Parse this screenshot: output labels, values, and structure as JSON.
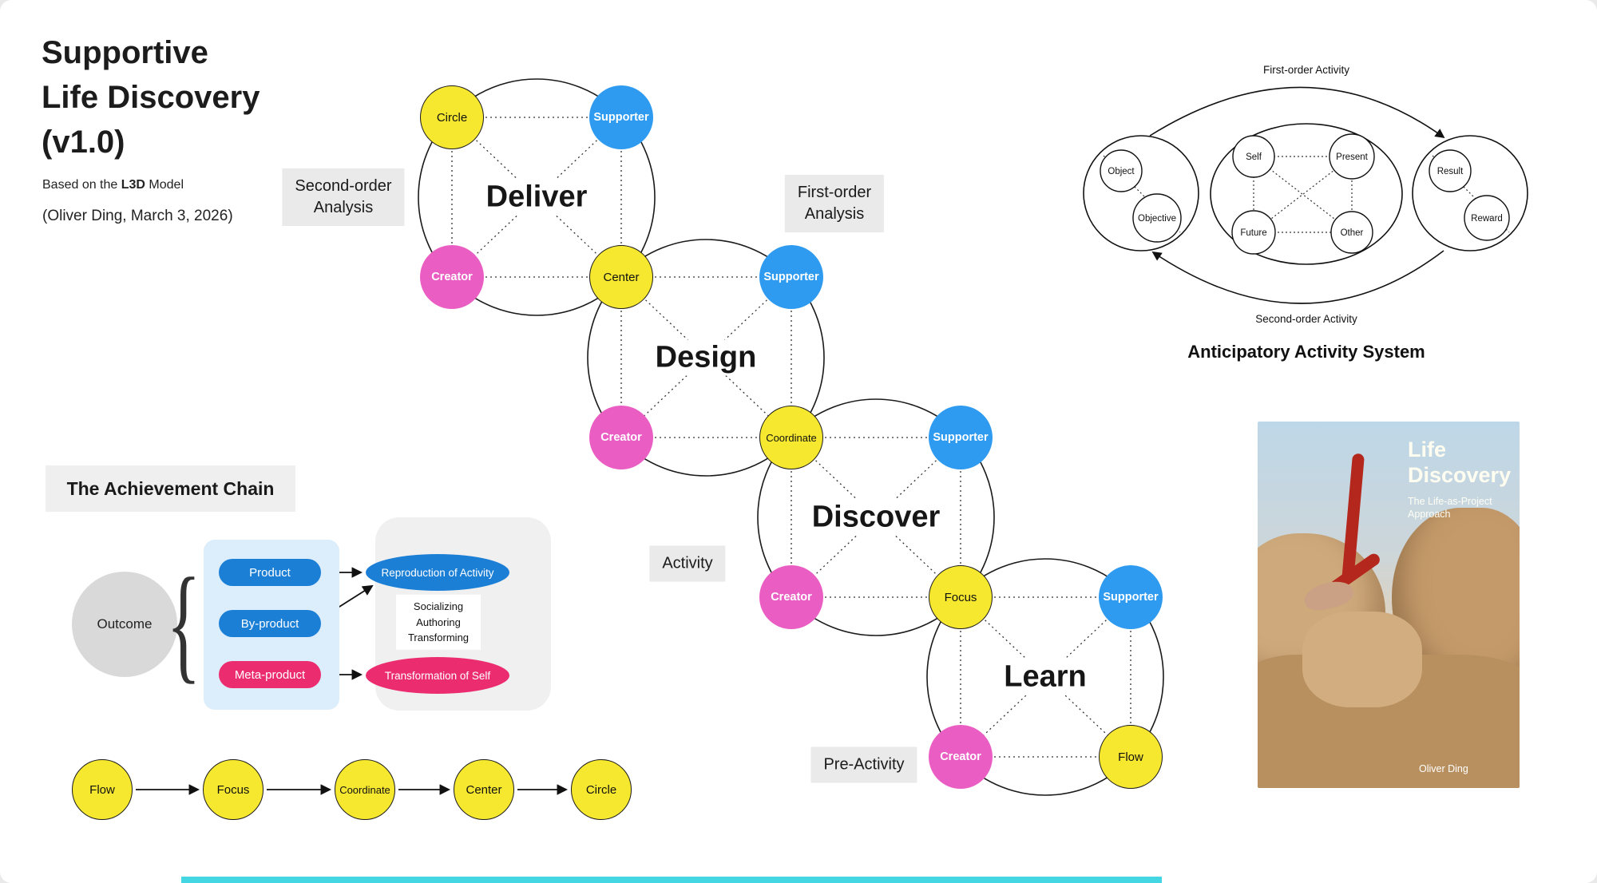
{
  "header": {
    "title_line1": "Supportive",
    "title_line2": "Life Discovery",
    "title_line3": "(v1.0)",
    "based_prefix": "Based on the ",
    "based_bold": "L3D",
    "based_suffix": " Model",
    "byline": "(Oliver Ding, March 3, 2026)"
  },
  "colors": {
    "yellow": "#F6E82F",
    "blue": "#2E9BF0",
    "magenta": "#EA5EC4",
    "label-bg": "#EAEAEA",
    "pill-blue": "#1B7FD6",
    "pill-pink": "#EB2D6F",
    "container-blue": "#DCEDFB",
    "blob-gray": "#F0F0F0",
    "outcome-gray": "#D9D9D9",
    "bottom-bar": "#45D6E3"
  },
  "stages": {
    "deliver": "Deliver",
    "design": "Design",
    "discover": "Discover",
    "learn": "Learn"
  },
  "analysis": {
    "second_order": {
      "line1": "Second-order",
      "line2": "Analysis"
    },
    "first_order": {
      "line1": "First-order",
      "line2": "Analysis"
    },
    "activity": "Activity",
    "pre_activity": "Pre-Activity"
  },
  "nodes": {
    "circle": "Circle",
    "supporter": "Supporter",
    "creator": "Creator",
    "center": "Center",
    "coordinate": "Coordinate",
    "focus": "Focus",
    "flow": "Flow"
  },
  "aas": {
    "first_order_label": "First-order Activity",
    "second_order_label": "Second-order Activity",
    "caption": "Anticipatory Activity System",
    "object": "Object",
    "objective": "Objective",
    "self": "Self",
    "present": "Present",
    "future": "Future",
    "other": "Other",
    "result": "Result",
    "reward": "Reward"
  },
  "achievement": {
    "title": "The Achievement Chain",
    "outcome": "Outcome",
    "brace": "{",
    "products": [
      "Product",
      "By-product",
      "Meta-product"
    ],
    "reproduction": "Reproduction of Activity",
    "socializing": [
      "Socializing",
      "Authoring",
      "Transforming"
    ],
    "transformation": "Transformation of Self"
  },
  "chain": [
    "Flow",
    "Focus",
    "Coordinate",
    "Center",
    "Circle"
  ],
  "book": {
    "title_line1": "Life",
    "title_line2": "Discovery",
    "subtitle": "The Life-as-Project Approach",
    "author": "Oliver Ding"
  }
}
